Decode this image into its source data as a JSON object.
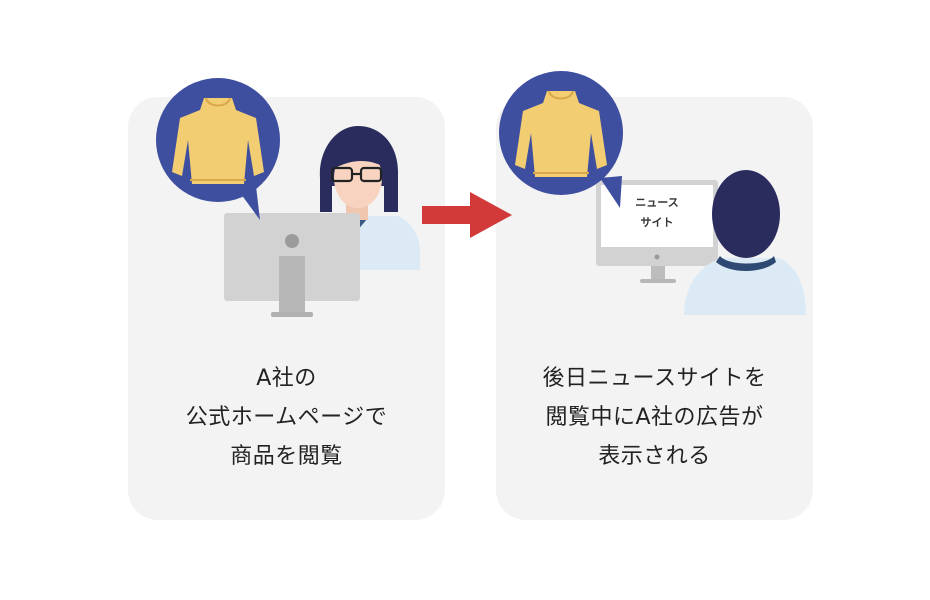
{
  "colors": {
    "card_bg": "#f3f3f3",
    "bubble": "#3e4fa0",
    "sweater": "#f3cd72",
    "arrow": "#d23a3a",
    "hair": "#2b2c5e",
    "skin": "#f8d4c0",
    "shirt": "#dceaf5",
    "monitor": "#d2d2d2"
  },
  "step1": {
    "lines": [
      "A社の",
      "公式ホームページで",
      "商品を閲覧"
    ]
  },
  "step2": {
    "screen_line1": "ニュース",
    "screen_line2": "サイト",
    "lines": [
      "後日ニュースサイトを",
      "閲覧中にA社の広告が",
      "表示される"
    ]
  },
  "icons": {
    "flow_arrow": "right-arrow-icon",
    "ad_bubble_1": "sweater-speech-bubble-icon",
    "ad_bubble_2": "sweater-speech-bubble-icon"
  }
}
